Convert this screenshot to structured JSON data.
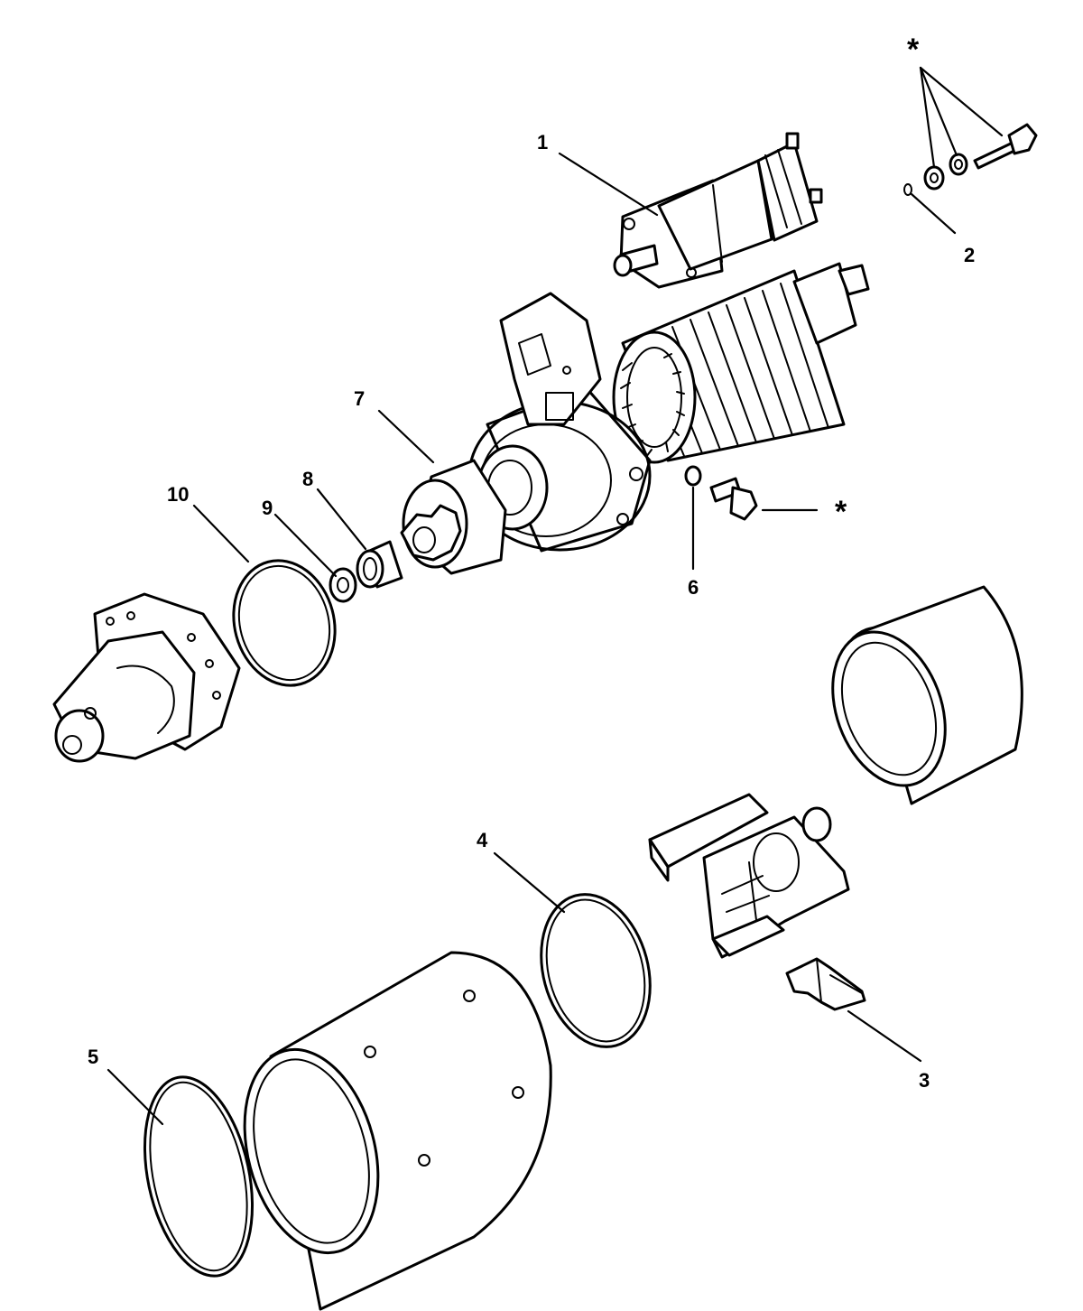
{
  "callouts": {
    "c1": "1",
    "c2": "2",
    "c3": "3",
    "c4": "4",
    "c5": "5",
    "c6": "6",
    "c7": "7",
    "c8": "8",
    "c9": "9",
    "c10": "10",
    "star_top": "*",
    "star_mid": "*"
  },
  "colors": {
    "ink": "#000000",
    "paper": "#ffffff"
  }
}
